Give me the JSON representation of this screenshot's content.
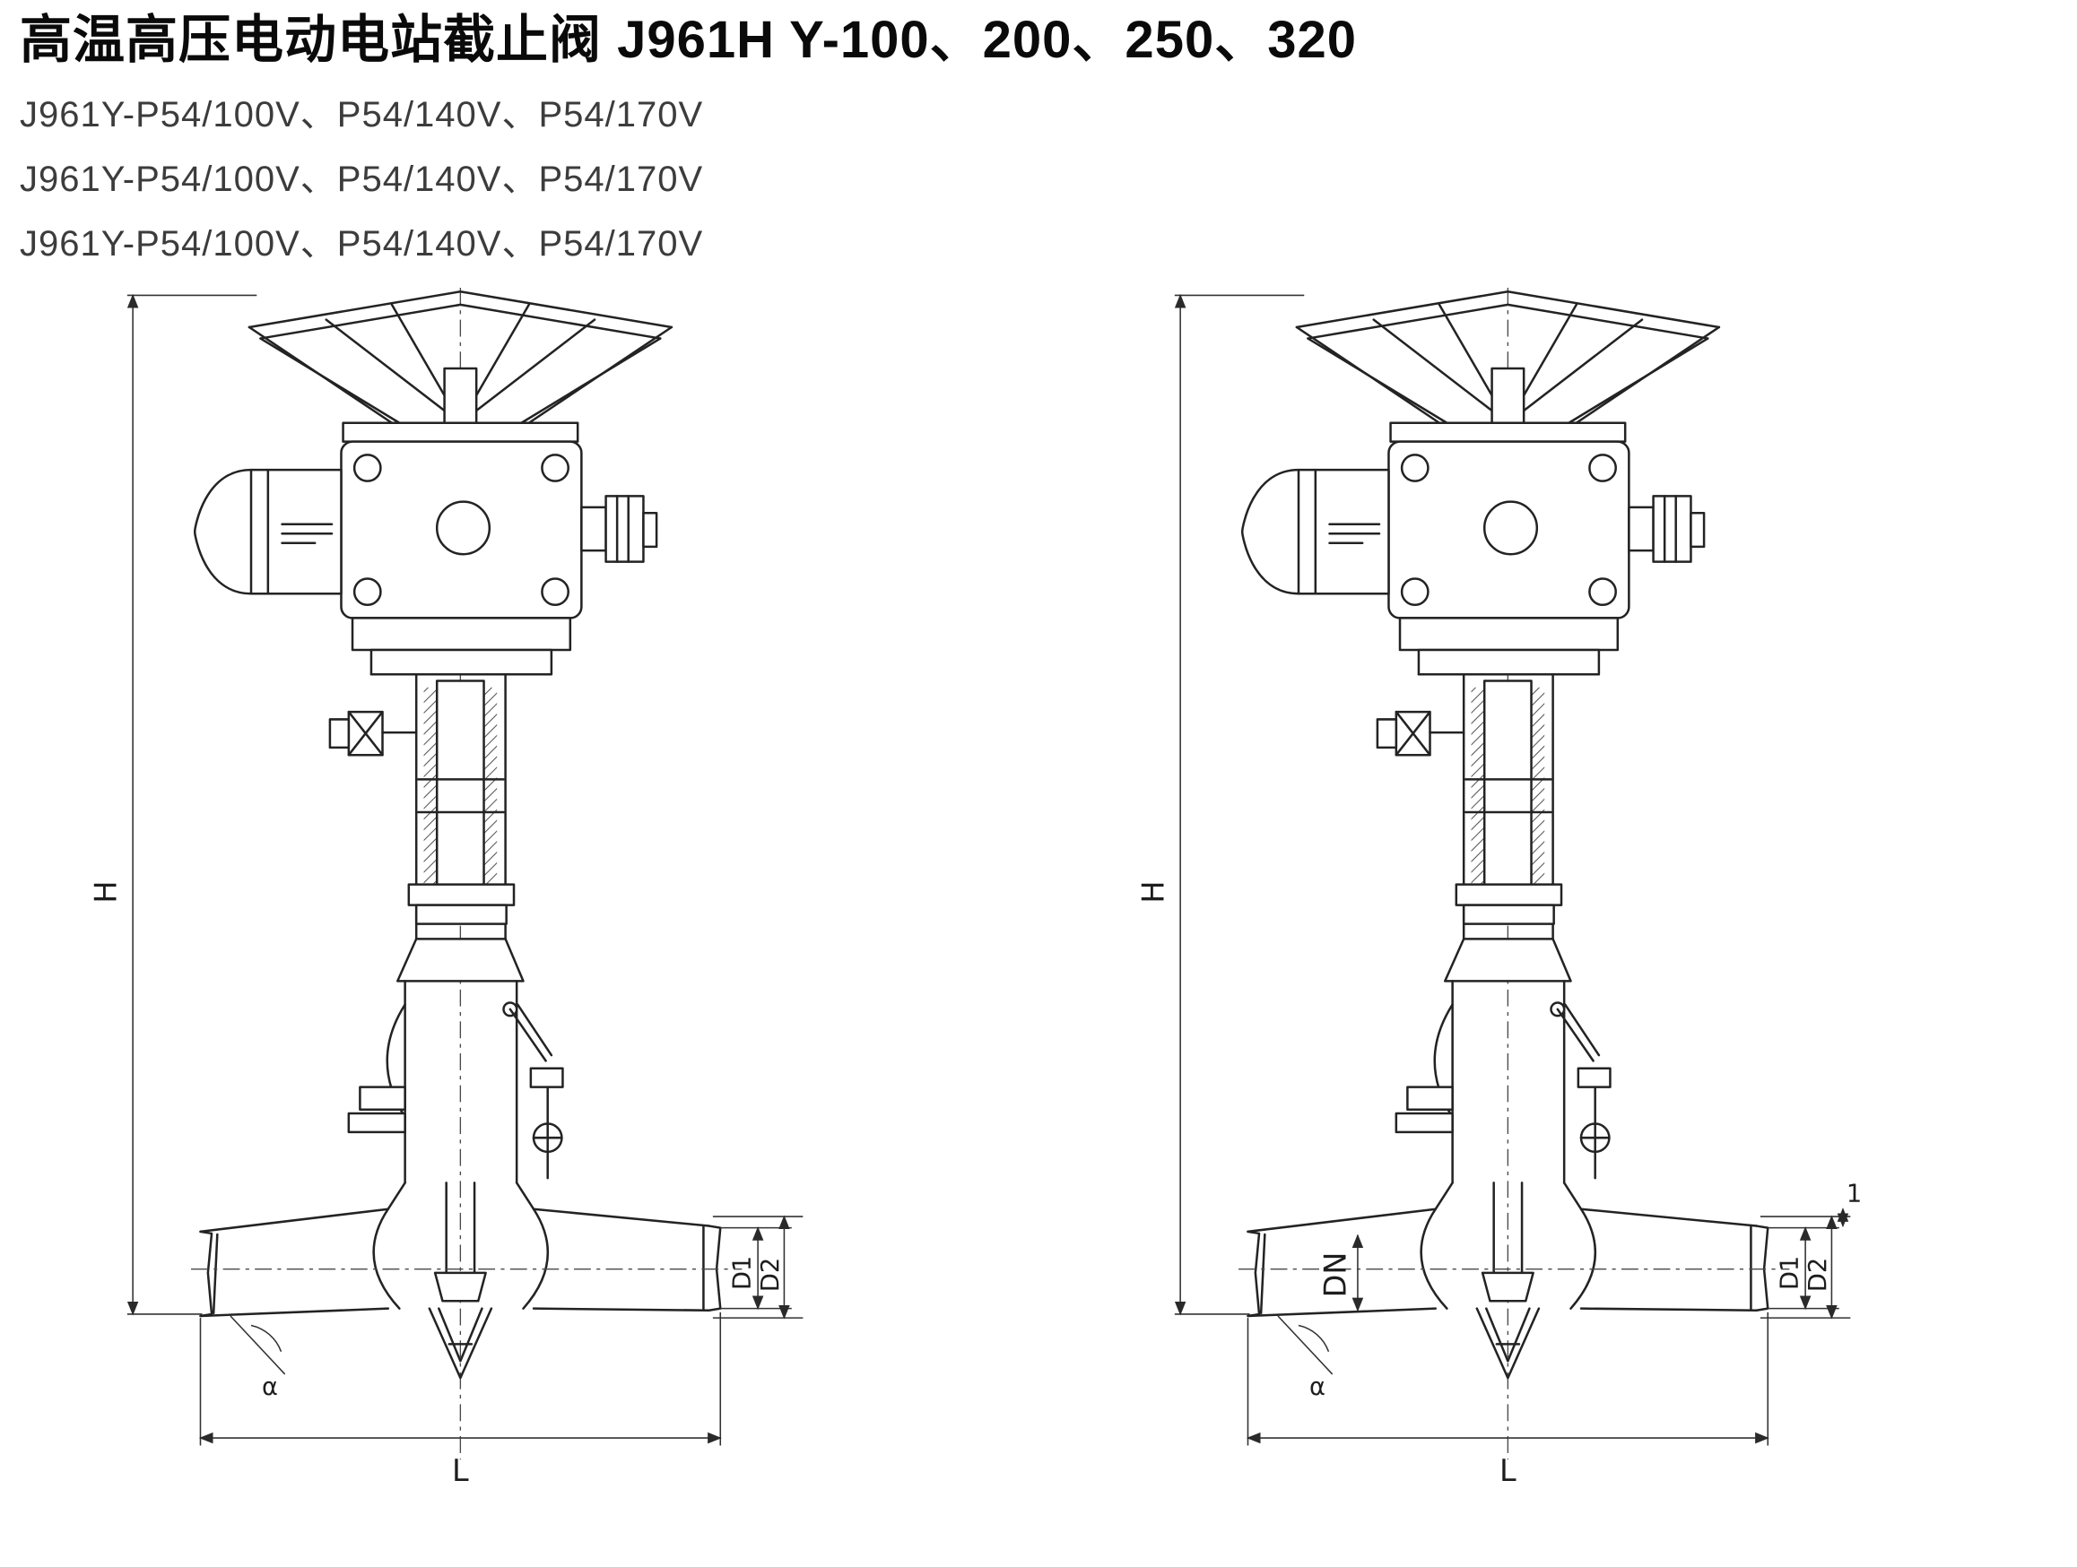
{
  "title": "高温高压电动电站截止阀 J961H Y-100、200、250、320",
  "subtitles": [
    "J961Y-P54/100V、P54/140V、P54/170V",
    "J961Y-P54/100V、P54/140V、P54/170V",
    "J961Y-P54/100V、P54/140V、P54/170V"
  ],
  "drawings": [
    {
      "id": "left-valve",
      "labels": {
        "H": "H",
        "L": "L",
        "alpha": "α",
        "D1": "D1",
        "D2": "D2"
      }
    },
    {
      "id": "right-valve",
      "labels": {
        "H": "H",
        "L": "L",
        "alpha": "α",
        "DN": "DN",
        "D1": "D1",
        "D2": "D2",
        "one": "1"
      }
    }
  ],
  "colors": {
    "ink": "#232323",
    "background": "#ffffff"
  }
}
